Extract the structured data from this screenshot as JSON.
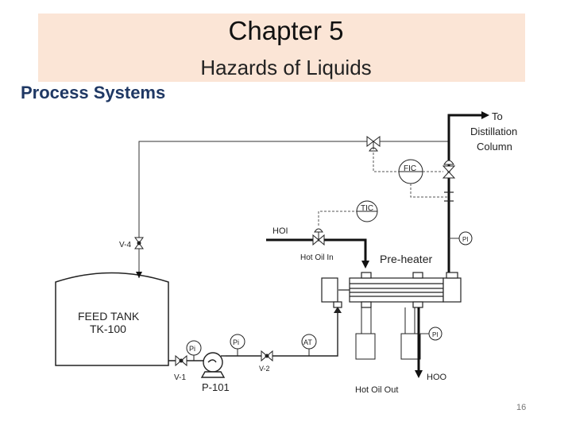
{
  "header": {
    "title": "Chapter 5",
    "subtitle": "Hazards of Liquids"
  },
  "section_label": "Process Systems",
  "page_number": "16",
  "diagram": {
    "feed_tank_name": "FEED TANK",
    "feed_tank_tag": "TK-100",
    "pump_tag": "P-101",
    "valve_v1": "V-1",
    "valve_v2": "V-2",
    "valve_v4": "V-4",
    "pi_label": "Pi",
    "at_label": "AT",
    "fic_label": "FIC",
    "tic_label": "TIC",
    "hoi_label": "HOI",
    "hot_oil_in": "Hot Oil In",
    "preheater": "Pre-heater",
    "hoo_label": "HOO",
    "hot_oil_out": "Hot Oil Out",
    "pi_side_label": "PI",
    "to_line1": "To",
    "to_line2": "Distillation",
    "to_line3": "Column"
  },
  "colors": {
    "title_bg": "#fbe5d6",
    "section_label": "#1f3864"
  }
}
